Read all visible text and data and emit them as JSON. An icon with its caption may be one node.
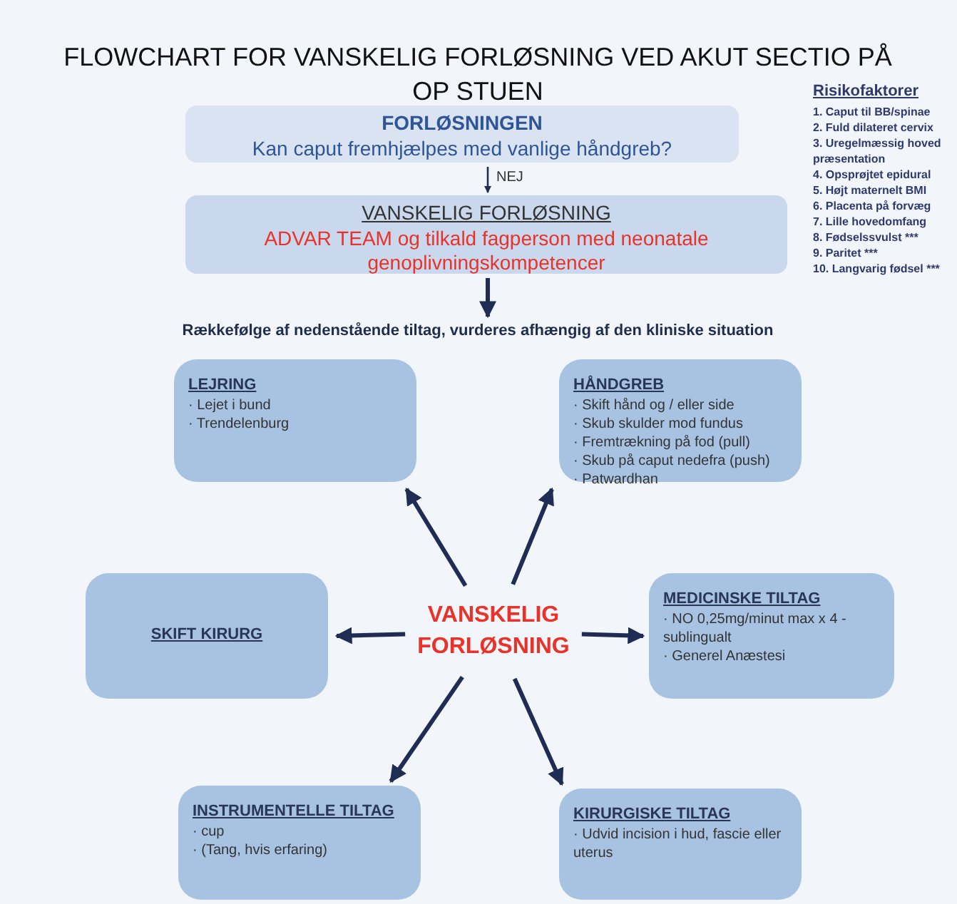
{
  "diagram": {
    "title": "FLOWCHART FOR VANSKELIG FORLØSNING VED AKUT SECTIO PÅ OP STUEN",
    "nodes": [
      {
        "text": [
          "FORLØSNINGEN",
          "Kan caput fremhjælpes med vanlige håndgreb?"
        ]
      },
      {
        "text": [
          "VANSKELIG FORLØSNING",
          "ADVAR TEAM og tilkald fagperson med neonatale genoplivningskompetencer"
        ]
      },
      {
        "text": [
          "Rækkefølge af nedenstående tiltag, vurderes afhængig af den kliniske situation"
        ]
      },
      {
        "text": [
          "LEJRING",
          "· Lejet i bund",
          "· Trendelenburg"
        ]
      },
      {
        "text": [
          "HÅNDGREB",
          "· Skift hånd og / eller side",
          "· Skub skulder mod fundus",
          "· Fremtrækning på fod (pull)",
          "· Skub på caput nedefra (push)",
          "· Patwardhan"
        ]
      },
      {
        "text": [
          "SKIFT KIRURG"
        ]
      },
      {
        "text": [
          "VANSKELIG FORLØSNING"
        ]
      },
      {
        "text": [
          "MEDICINSKE TILTAG",
          "· NO 0,25mg/minut max x 4 - sublingualt",
          "· Generel Anæstesi"
        ]
      },
      {
        "text": [
          "INSTRUMENTELLE TILTAG",
          "· cup",
          "· (Tang, hvis erfaring)"
        ]
      },
      {
        "text": [
          "KIRURGISKE TILTAG",
          "· Udvid incision i hud, fascie eller uterus"
        ]
      }
    ],
    "edges": [
      {
        "from": 0,
        "to": 1,
        "arrow": "to",
        "label": "NEJ"
      },
      {
        "from": 1,
        "to": 2,
        "arrow": "to"
      },
      {
        "from": 6,
        "to": 3,
        "arrow": "to"
      },
      {
        "from": 6,
        "to": 4,
        "arrow": "to"
      },
      {
        "from": 6,
        "to": 5,
        "arrow": "to"
      },
      {
        "from": 6,
        "to": 7,
        "arrow": "to"
      },
      {
        "from": 6,
        "to": 8,
        "arrow": "to"
      },
      {
        "from": 6,
        "to": 9,
        "arrow": "to"
      }
    ],
    "labels": [
      "Risikofaktorer",
      "1. Caput til BB/spinae",
      "2. Fuld dilateret cervix",
      "3. Uregelmæssig hoved præsentation",
      "4. Opsprøjtet epidural",
      "5. Højt maternelt BMI",
      "6. Placenta på forvæg",
      "7. Lille hovedomfang",
      "8. Fødselssvulst ***",
      "9. Paritet  ***",
      "10. Langvarig fødsel ***"
    ]
  }
}
